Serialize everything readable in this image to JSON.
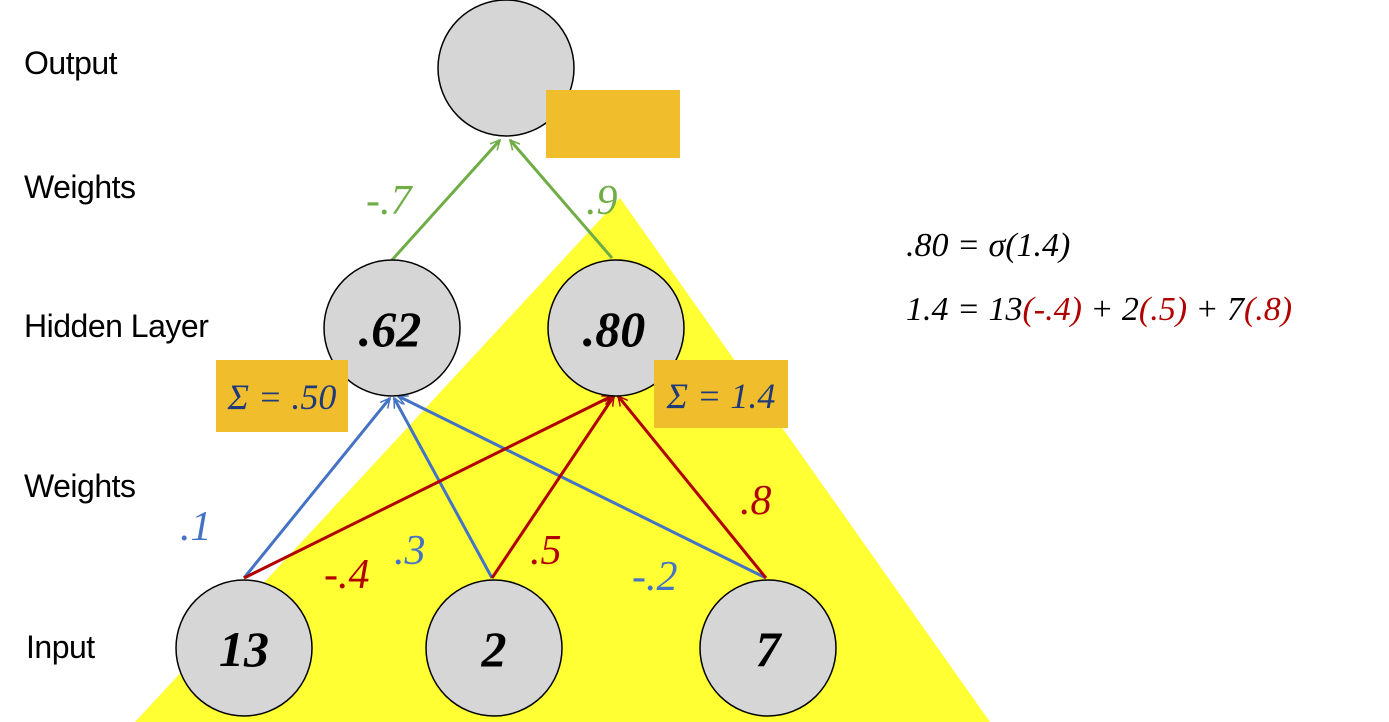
{
  "labels": {
    "output": "Output",
    "weights_top": "Weights",
    "hidden": "Hidden Layer",
    "weights_bottom": "Weights",
    "input": "Input"
  },
  "inputs": {
    "n1": "13",
    "n2": "2",
    "n3": "7"
  },
  "hidden": {
    "h1": ".62",
    "h2": ".80"
  },
  "output": {
    "o1": ""
  },
  "input_weights": {
    "n1_h1": ".1",
    "n1_h2": "-.4",
    "n2_h1": ".3",
    "n2_h2": ".5",
    "n3_h1": "-.2",
    "n3_h2": ".8"
  },
  "hidden_weights": {
    "h1_o": "-.7",
    "h2_o": ".9"
  },
  "sums": {
    "h1": "Σ = .50",
    "h2": "Σ = 1.4"
  },
  "equation": {
    "line1": ".80 = σ(1.4)",
    "line2_parts": {
      "p1": "1.4 = 13",
      "p2": "(-.4)",
      "p3": " + 2",
      "p4": "(.5)",
      "p5": " + 7",
      "p6": "(.8)"
    }
  },
  "colors": {
    "highlight": "#ffff33",
    "sum_box": "#f0bd2d",
    "node_fill": "#d6d6d6",
    "blue": "#4472c4",
    "red": "#b00000",
    "green": "#70ad47"
  }
}
